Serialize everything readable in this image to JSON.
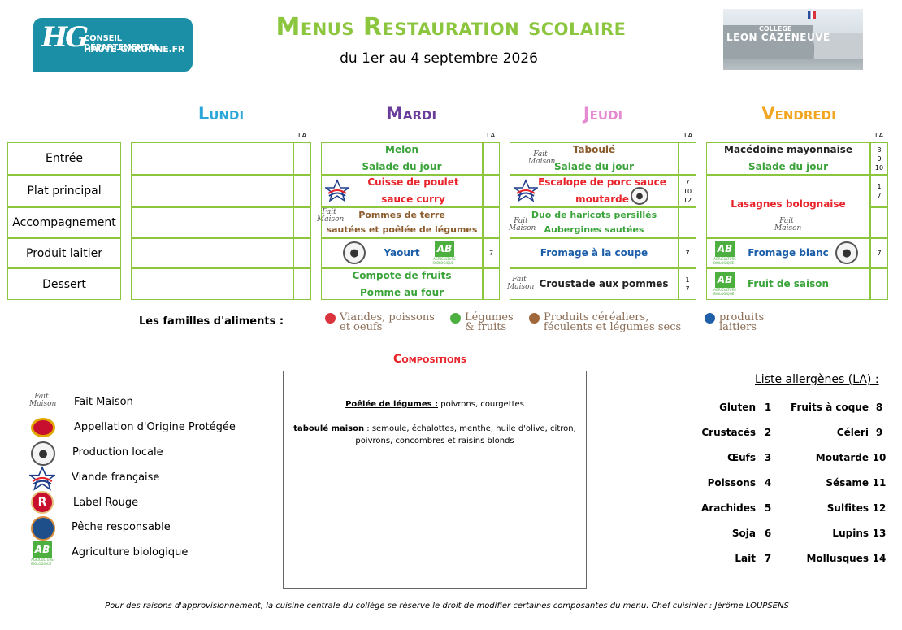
{
  "header": {
    "logo_mark": "HG",
    "logo_line1": "CONSEIL DÉPARTEMENTAL",
    "logo_line2": "HAUTE-GARONNE.FR",
    "title": "Menus Restauration scolaire",
    "subtitle": "du 1er au 4 septembre 2026",
    "photo_line1": "COLLEGE",
    "photo_line2": "LEON CAZENEUVE"
  },
  "days": [
    "Lundi",
    "Mardi",
    "Jeudi",
    "Vendredi"
  ],
  "la_label": "LA",
  "rows": [
    "Entrée",
    "Plat principal",
    "Accompagnement",
    "Produit laitier",
    "Dessert"
  ],
  "menu": {
    "mardi": {
      "entree": [
        "Melon",
        "Salade du jour"
      ],
      "plat": [
        "Cuisse de poulet",
        "sauce curry"
      ],
      "accomp": [
        "Pommes de terre",
        "sautées et poêlée de légumes"
      ],
      "laitier": "Yaourt",
      "laitier_alg": "7",
      "dessert": [
        "Compote de fruits",
        "Pomme au four"
      ]
    },
    "jeudi": {
      "entree": [
        "Taboulé",
        "Salade du jour"
      ],
      "plat": [
        "Escalope de porc sauce",
        "moutarde"
      ],
      "plat_alg": [
        "7",
        "10",
        "12"
      ],
      "accomp": [
        "Duo de haricots persillés",
        "Aubergines sautées"
      ],
      "laitier": "Fromage à la coupe",
      "laitier_alg": "7",
      "dessert": "Croustade aux pommes",
      "dessert_alg": [
        "1",
        "7"
      ]
    },
    "vendredi": {
      "entree": [
        "Macédoine mayonnaise",
        "Salade du jour"
      ],
      "entree_alg": [
        "3",
        "9",
        "10"
      ],
      "plat": "Lasagnes bolognaise",
      "plat_alg": [
        "1",
        "7"
      ],
      "laitier": "Fromage blanc",
      "laitier_alg": "7",
      "dessert": "Fruit de saison"
    }
  },
  "icons": {
    "fait_maison": [
      "Fait",
      "Maison"
    ],
    "bio": "AB",
    "bio_caption": "AGRICULTURE BIOLOGIQUE",
    "locale": "PRODUIT LOCAL"
  },
  "families": {
    "title": "Les familles d'aliments :",
    "items": [
      {
        "line1": "Viandes, poissons",
        "line2": "et oeufs",
        "color": "#d9343c"
      },
      {
        "line1": "Légumes",
        "line2": "& fruits",
        "color": "#4caf3f"
      },
      {
        "line1": "Produits céréaliers,",
        "line2": "féculents et légumes secs",
        "color": "#a0673a"
      },
      {
        "line1": "produits",
        "line2": "laitiers",
        "color": "#1f5fa8"
      }
    ]
  },
  "compositions": {
    "title": "Compositions",
    "p1_label": "Poêlée de légumes :",
    "p1_text": " poivrons, courgettes",
    "p2_label": "taboulé maison",
    "p2_text_line1": " : semoule, échalottes, menthe, huile d'olive, citron,",
    "p2_text_line2": "poivrons, concombres et raisins blonds"
  },
  "legend": [
    "Fait Maison",
    "Appellation d'Origine Protégée",
    "Production locale",
    "Viande française",
    "Label Rouge",
    "Pêche responsable",
    "Agriculture biologique"
  ],
  "allergens": {
    "title": "Liste allergènes (LA) :",
    "left": [
      {
        "name": "Gluten",
        "num": "1"
      },
      {
        "name": "Crustacés",
        "num": "2"
      },
      {
        "name": "Œufs",
        "num": "3"
      },
      {
        "name": "Poissons",
        "num": "4"
      },
      {
        "name": "Arachides",
        "num": "5"
      },
      {
        "name": "Soja",
        "num": "6"
      },
      {
        "name": "Lait",
        "num": "7"
      }
    ],
    "right": [
      {
        "name": "Fruits à coque",
        "num": "8"
      },
      {
        "name": "Céleri",
        "num": "9"
      },
      {
        "name": "Moutarde",
        "num": "10"
      },
      {
        "name": "Sésame",
        "num": "11"
      },
      {
        "name": "Sulfites",
        "num": "12"
      },
      {
        "name": "Lupins",
        "num": "13"
      },
      {
        "name": "Mollusques",
        "num": "14"
      }
    ]
  },
  "footer": "Pour des raisons d'approvisionnement, la cuisine centrale du collège se réserve le droit de modifier certaines composantes du menu. Chef cuisinier : Jérôme LOUPSENS",
  "colors": {
    "title": "#8cc63f",
    "lundi": "#2aa6d9",
    "mardi": "#6a3d9a",
    "jeudi": "#e58ad0",
    "vendredi": "#f2a51f",
    "grid": "#8cc63f"
  }
}
